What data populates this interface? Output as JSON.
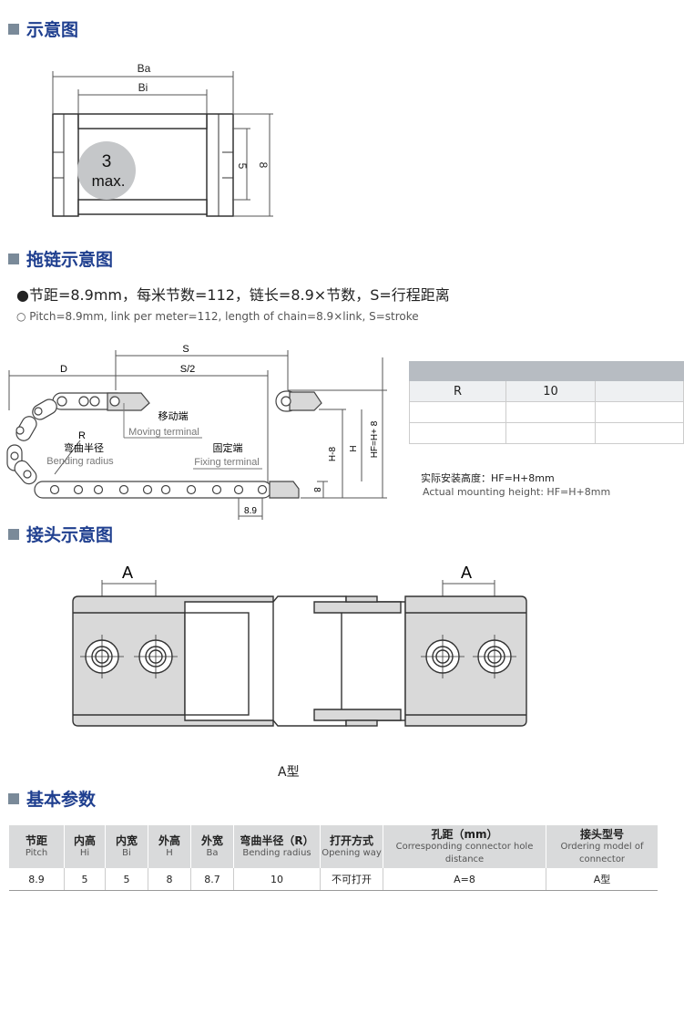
{
  "sections": {
    "schematic": "示意图",
    "drag_chain": "拖链示意图",
    "connector": "接头示意图",
    "basic_params": "基本参数"
  },
  "cross_section": {
    "ba": "Ba",
    "bi": "Bi",
    "dim_inner": "5",
    "dim_outer": "8",
    "badge_num": "3",
    "badge_text": "max."
  },
  "spec_line_cn": "●节距=8.9mm，每米节数=112，链长=8.9×节数，S=行程距离",
  "spec_line_en": "○ Pitch=8.9mm, link per meter=112, length of chain=8.9×link, S=stroke",
  "chain_diagram": {
    "s": "S",
    "s_half": "S/2",
    "d": "D",
    "r": "R",
    "bend_cn": "弯曲半径",
    "bend_en": "Bending radius",
    "moving_cn": "移动端",
    "moving_en": "Moving terminal",
    "fixing_cn": "固定端",
    "fixing_en": "Fixing terminal",
    "h_minus": "H-8",
    "h": "H",
    "hf": "HF=H+ 8",
    "dim_8": "8",
    "pitch": "8.9"
  },
  "r_table": {
    "label": "R",
    "value": "10"
  },
  "mounting": {
    "cn_prefix": "实际安装高度：",
    "cn_formula": "HF=H+8mm",
    "en": "Actual mounting height: HF=H+8mm"
  },
  "connector_diagram": {
    "a_left": "A",
    "a_right": "A"
  },
  "a_type_label": "A型",
  "param_table": {
    "headers": [
      {
        "cn": "节距",
        "en": "Pitch"
      },
      {
        "cn": "内高",
        "en": "Hi"
      },
      {
        "cn": "内宽",
        "en": "Bi"
      },
      {
        "cn": "外高",
        "en": "H"
      },
      {
        "cn": "外宽",
        "en": "Ba"
      },
      {
        "cn": "弯曲半径（R）",
        "en": "Bending radius"
      },
      {
        "cn": "打开方式",
        "en": "Opening way"
      },
      {
        "cn": "孔距（mm）",
        "en": "Corresponding connector hole distance"
      },
      {
        "cn": "接头型号",
        "en": "Ordering model of connector"
      }
    ],
    "row": [
      "8.9",
      "5",
      "5",
      "8",
      "8.7",
      "10",
      "不可打开",
      "A=8",
      "A型"
    ]
  }
}
